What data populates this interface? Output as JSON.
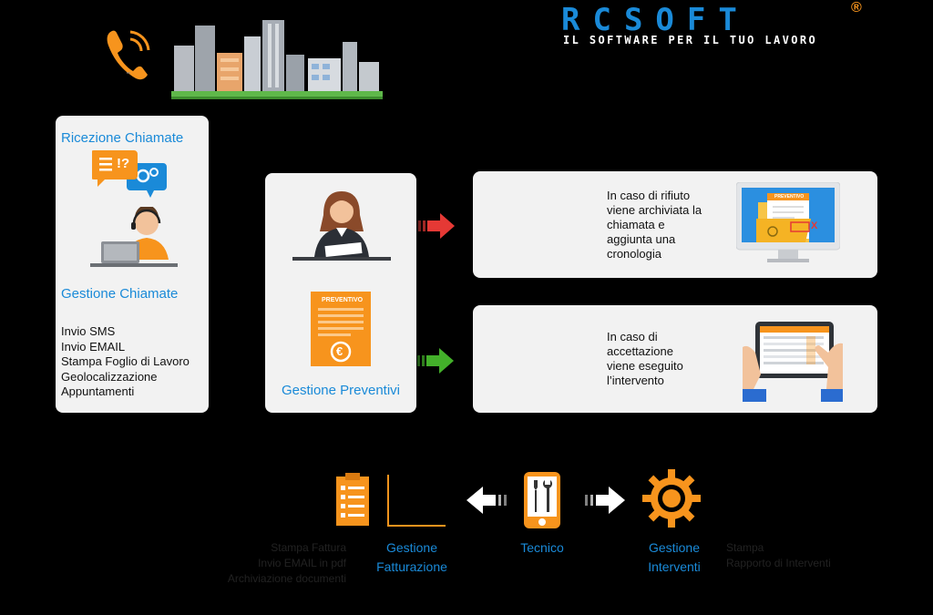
{
  "logo": {
    "brand": "RCSOFT",
    "registered": "®",
    "tagline": "IL SOFTWARE PER IL TUO LAVORO"
  },
  "left_card": {
    "title_top": "Ricezione Chiamate",
    "title_bottom": "Gestione Chiamate",
    "bubble_text": "!?",
    "items": [
      "Invio SMS",
      "Invio EMAIL",
      "Stampa Foglio di Lavoro",
      "Geolocalizzazione",
      "Appuntamenti"
    ]
  },
  "middle_card": {
    "doc_header": "PREVENTIVO",
    "currency_symbol": "€",
    "label": "Gestione Preventivi"
  },
  "reject_card": {
    "text": [
      "In caso di rifiuto",
      "viene archiviata la",
      "chiamata e",
      "aggiunta una",
      "cronologia"
    ],
    "folder_label": "PREVENTIVO",
    "stamp": "X"
  },
  "accept_card": {
    "text": [
      "In caso di",
      "accettazione",
      "viene eseguito",
      "l’intervento"
    ]
  },
  "bottom": {
    "left_list": [
      "Stampa Fattura",
      "Invio EMAIL in pdf",
      "Archiviazione documenti"
    ],
    "fatturazione_label": [
      "Gestione",
      "Fatturazione"
    ],
    "tecnico_label": "Tecnico",
    "interventi_label": [
      "Gestione",
      "Interventi"
    ],
    "right_list": [
      "Stampa",
      "Rapporto di Interventi"
    ]
  },
  "colors": {
    "accent_orange": "#f7941d",
    "accent_blue": "#1a8ad8",
    "arrow_red": "#e53935",
    "arrow_green": "#43b02a",
    "card_bg": "#f2f2f2"
  }
}
